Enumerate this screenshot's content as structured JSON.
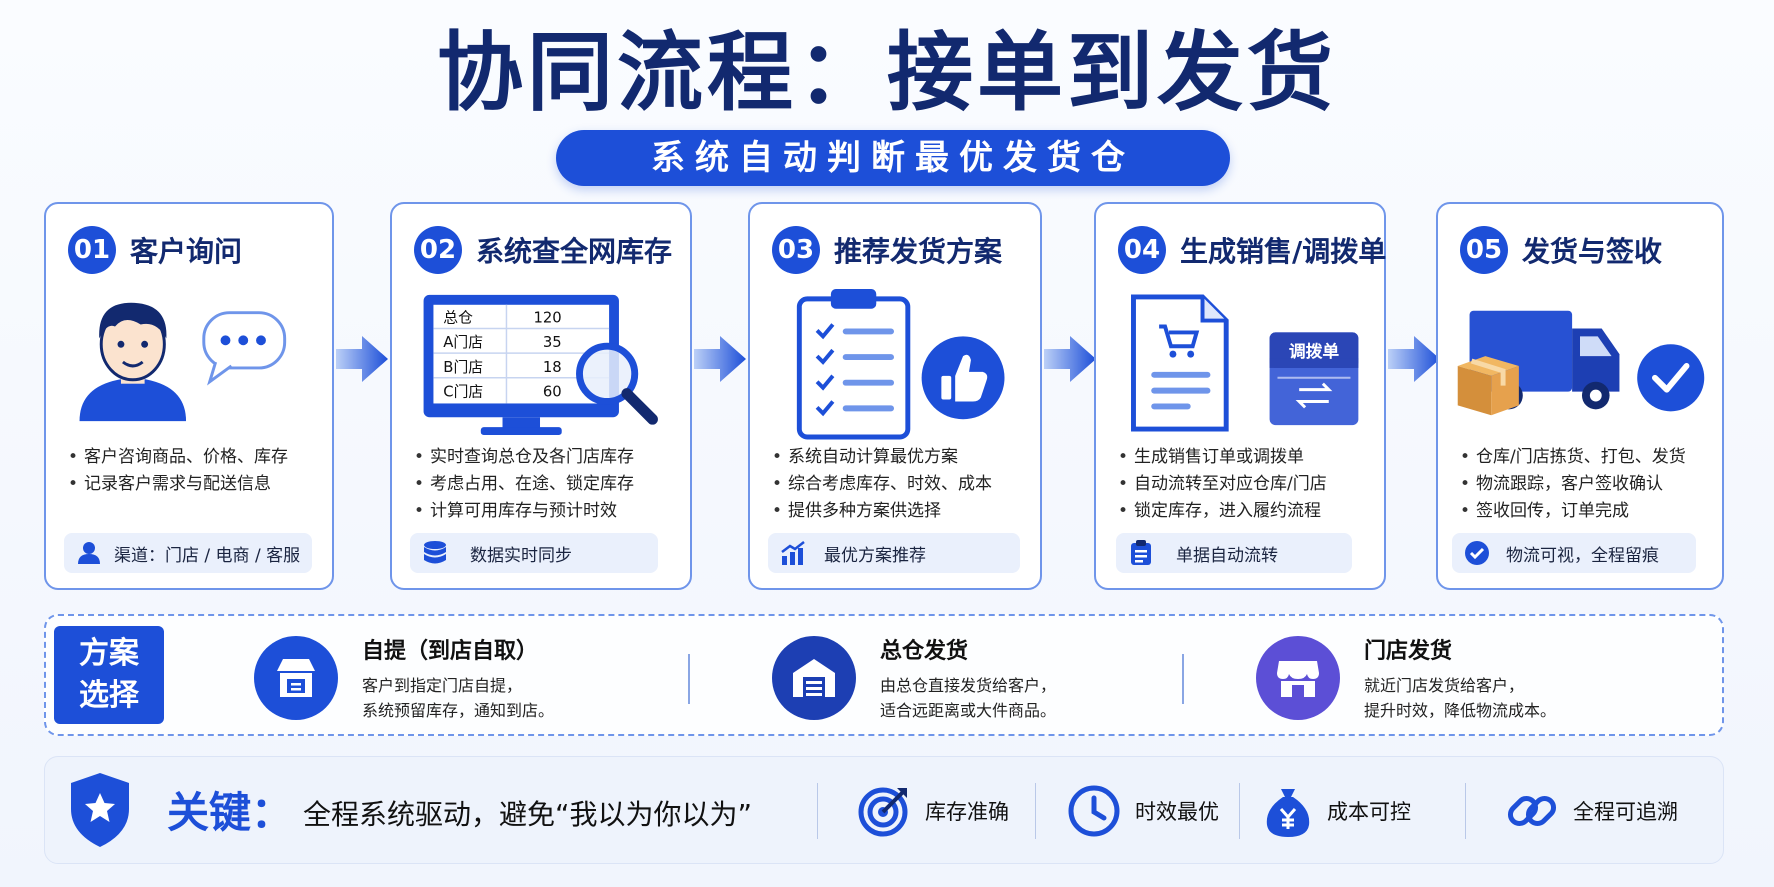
{
  "title": "协同流程：接单到发货",
  "subtitle": "系统自动判断最优发货仓",
  "colors": {
    "primary": "#1d4fd8",
    "navy": "#12296f",
    "border": "#6f95ea",
    "purple": "#5c4fd6"
  },
  "steps": [
    {
      "num": "01",
      "title": "客户询问",
      "icon": "customer-chat-icon",
      "bullets": [
        "客户咨询商品、价格、库存",
        "记录客户需求与配送信息"
      ],
      "tag": "渠道：门店 / 电商 / 客服",
      "tag_icon": "user-icon"
    },
    {
      "num": "02",
      "title": "系统查全网库存",
      "icon": "monitor-inventory-icon",
      "table": [
        {
          "name": "总仓",
          "qty": "120"
        },
        {
          "name": "A门店",
          "qty": "35"
        },
        {
          "name": "B门店",
          "qty": "18"
        },
        {
          "name": "C门店",
          "qty": "60"
        }
      ],
      "bullets": [
        "实时查询总仓及各门店库存",
        "考虑占用、在途、锁定库存",
        "计算可用库存与预计时效"
      ],
      "tag": "数据实时同步",
      "tag_icon": "database-icon"
    },
    {
      "num": "03",
      "title": "推荐发货方案",
      "icon": "clipboard-thumbs-up-icon",
      "bullets": [
        "系统自动计算最优方案",
        "综合考虑库存、时效、成本",
        "提供多种方案供选择"
      ],
      "tag": "最优方案推荐",
      "tag_icon": "chart-trend-icon"
    },
    {
      "num": "04",
      "title": "生成销售/调拨单",
      "icon": "document-cart-icon",
      "transfer_label": "调拨单",
      "bullets": [
        "生成销售订单或调拨单",
        "自动流转至对应仓库/门店",
        "锁定库存，进入履约流程"
      ],
      "tag": "单据自动流转",
      "tag_icon": "clipboard-icon"
    },
    {
      "num": "05",
      "title": "发货与签收",
      "icon": "truck-box-icon",
      "bullets": [
        "仓库/门店拣货、打包、发货",
        "物流跟踪，客户签收确认",
        "签收回传，订单完成"
      ],
      "tag": "物流可视，全程留痕",
      "tag_icon": "check-circle-icon"
    }
  ],
  "plan": {
    "label_line1": "方案",
    "label_line2": "选择",
    "options": [
      {
        "title": "自提（到店自取）",
        "desc1": "客户到指定门店自提，",
        "desc2": "系统预留库存，通知到店。",
        "icon": "store-box-icon"
      },
      {
        "title": "总仓发货",
        "desc1": "由总仓直接发货给客户，",
        "desc2": "适合远距离或大件商品。",
        "icon": "warehouse-icon"
      },
      {
        "title": "门店发货",
        "desc1": "就近门店发货给客户，",
        "desc2": "提升时效，降低物流成本。",
        "icon": "shop-icon"
      }
    ]
  },
  "key": {
    "label": "关键：",
    "text": "全程系统驱动，避免“我以为你以为”",
    "points": [
      {
        "label": "库存准确",
        "icon": "target-icon"
      },
      {
        "label": "时效最优",
        "icon": "clock-icon"
      },
      {
        "label": "成本可控",
        "icon": "money-bag-icon"
      },
      {
        "label": "全程可追溯",
        "icon": "link-icon"
      }
    ]
  }
}
